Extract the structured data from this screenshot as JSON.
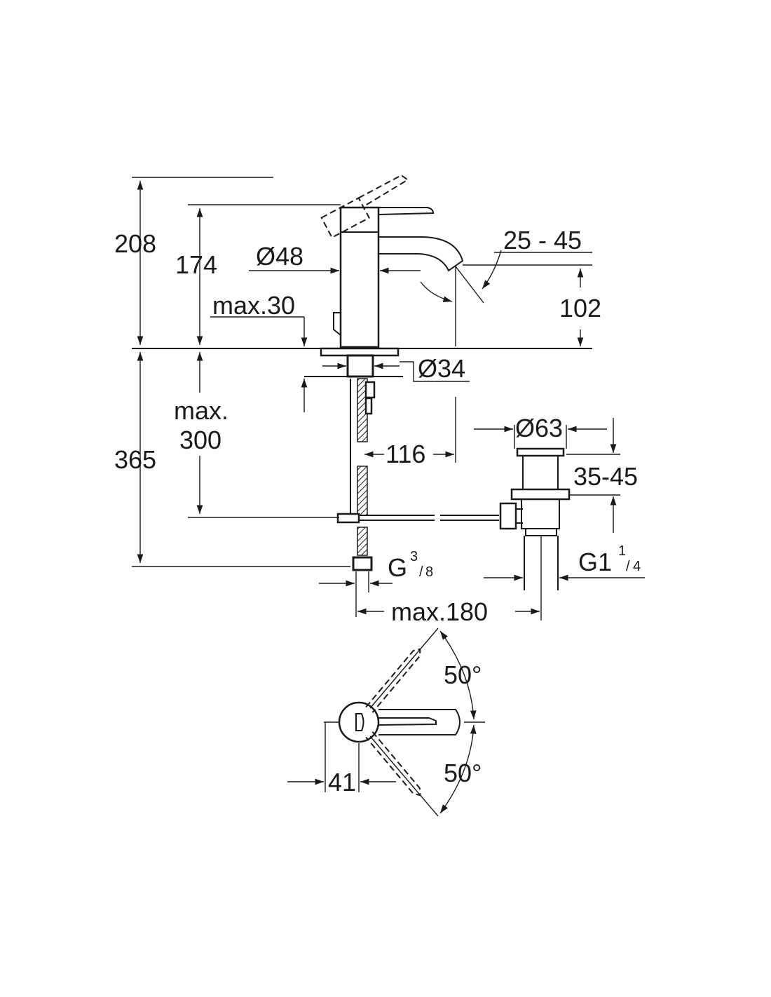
{
  "dimensions": {
    "total_height": "208",
    "lever_height": "174",
    "body_diameter": "Ø48",
    "max_thickness": "max.30",
    "spout_angle": "25 - 45",
    "spout_height": "102",
    "shank_diameter": "Ø34",
    "max_below_l1": "max.",
    "max_below_l2": "300",
    "below_deck": "365",
    "spout_reach": "116",
    "waste_diameter": "Ø63",
    "waste_adjust": "35-45",
    "hose_thread_main": "G",
    "hose_thread_num": "3",
    "hose_thread_den": "8",
    "waste_thread_main": "G1",
    "waste_thread_num": "1",
    "waste_thread_den": "4",
    "max_distance": "max.180",
    "rotation_upper": "50°",
    "rotation_lower": "50°",
    "lever_offset": "41"
  },
  "colors": {
    "line": "#1a1a1a",
    "background": "#ffffff"
  }
}
